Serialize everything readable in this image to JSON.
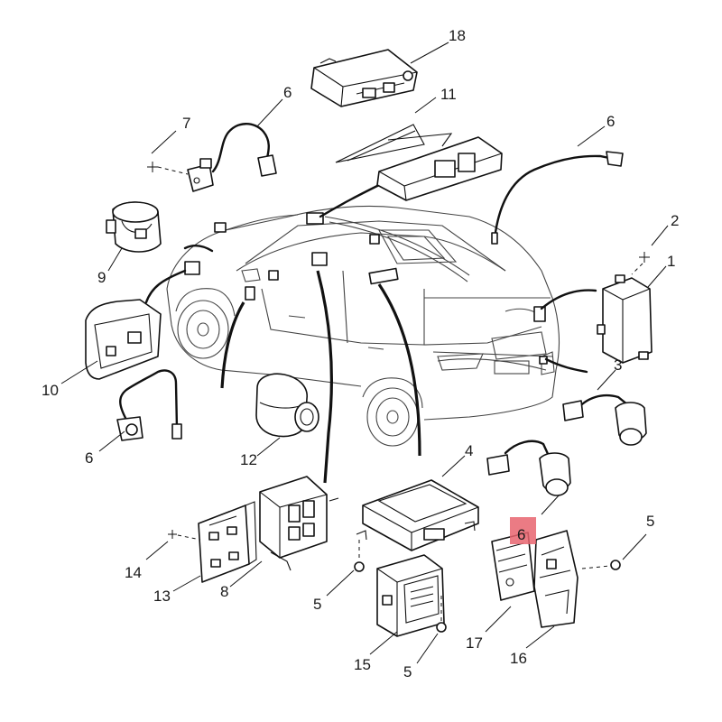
{
  "callouts": {
    "c18": "18",
    "c11": "11",
    "c6a": "6",
    "c7": "7",
    "c6b": "6",
    "c2": "2",
    "c1": "1",
    "c3": "3",
    "c9": "9",
    "c10": "10",
    "c6c": "6",
    "c12": "12",
    "c4": "4",
    "c6d": "6",
    "c5a": "5",
    "c14": "14",
    "c13": "13",
    "c8": "8",
    "c5b": "5",
    "c17": "17",
    "c16": "16",
    "c15": "15",
    "c5c": "5"
  },
  "highlight": {
    "color": "#e8646e",
    "label": "6"
  }
}
